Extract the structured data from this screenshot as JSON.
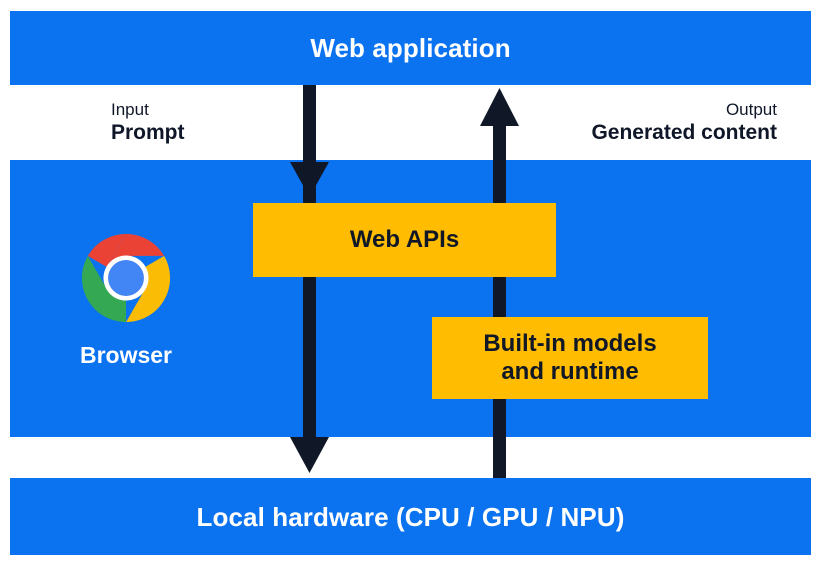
{
  "diagram": {
    "title": "Web application",
    "bands": [
      {
        "id": "web-application",
        "label": "Web application"
      },
      {
        "id": "browser",
        "label": "Browser"
      },
      {
        "id": "local-hardware",
        "label": "Local hardware (CPU / GPU / NPU)"
      }
    ],
    "boxes": [
      {
        "id": "web-apis",
        "label": "Web APIs"
      },
      {
        "id": "builtin-models",
        "label": "Built-in models\nand runtime"
      }
    ],
    "captions": {
      "input": {
        "kind": "Input",
        "value": "Prompt"
      },
      "output": {
        "kind": "Output",
        "value": "Generated content"
      }
    },
    "browser": {
      "icon": "chrome-logo-icon",
      "label": "Browser"
    },
    "arrows": [
      {
        "id": "downstream-arrow",
        "direction": "down",
        "from": "Web application",
        "to": "Local hardware (CPU / GPU / NPU)"
      },
      {
        "id": "upstream-arrow",
        "direction": "up",
        "from": "Local hardware (CPU / GPU / NPU)",
        "to": "Web application"
      }
    ],
    "colors": {
      "band_blue": "#0B72F0",
      "box_yellow": "#FFBC00",
      "arrow_navy": "#101828",
      "band_text": "#FFFFFF",
      "caption_text": "#0F1729",
      "background": "#FFFFFF",
      "chrome_red": "#EA4335",
      "chrome_yellow": "#FBBC05",
      "chrome_green": "#34A853",
      "chrome_blue": "#4285F4"
    }
  }
}
